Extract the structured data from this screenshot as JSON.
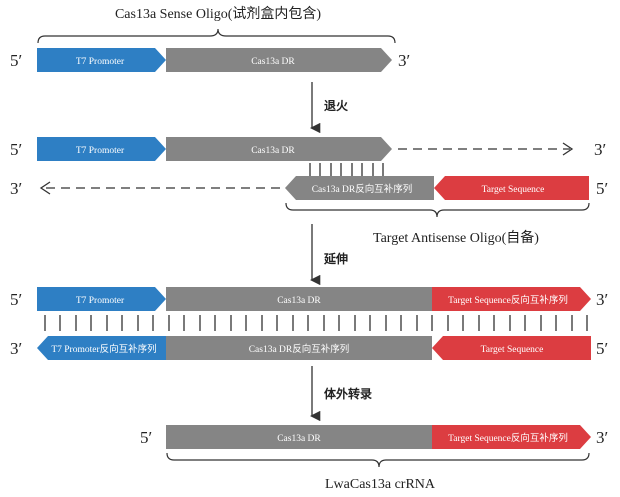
{
  "colors": {
    "promoter": "#2e7fc4",
    "dr": "#858585",
    "target": "#dc3d41",
    "line": "#333333",
    "text": "#222222"
  },
  "captions": {
    "sense_oligo": "Cas13a Sense Oligo(试剂盒内包含)",
    "antisense_oligo": "Target Antisense Oligo(自备)",
    "crrna": "LwaCas13a crRNA"
  },
  "steps": {
    "anneal": "退火",
    "extend": "延伸",
    "transcribe": "体外转录"
  },
  "ends": {
    "five": "5′",
    "three": "3′"
  },
  "segments": {
    "t7_promoter": "T7 Promoter",
    "cas13a_dr": "Cas13a DR",
    "cas13a_dr_rc": "Cas13a DR反向互补序列",
    "target_sequence": "Target Sequence",
    "target_sequence_rc": "Target Sequence反向互补序列",
    "t7_promoter_rc": "T7 Promoter反向互补序列"
  }
}
